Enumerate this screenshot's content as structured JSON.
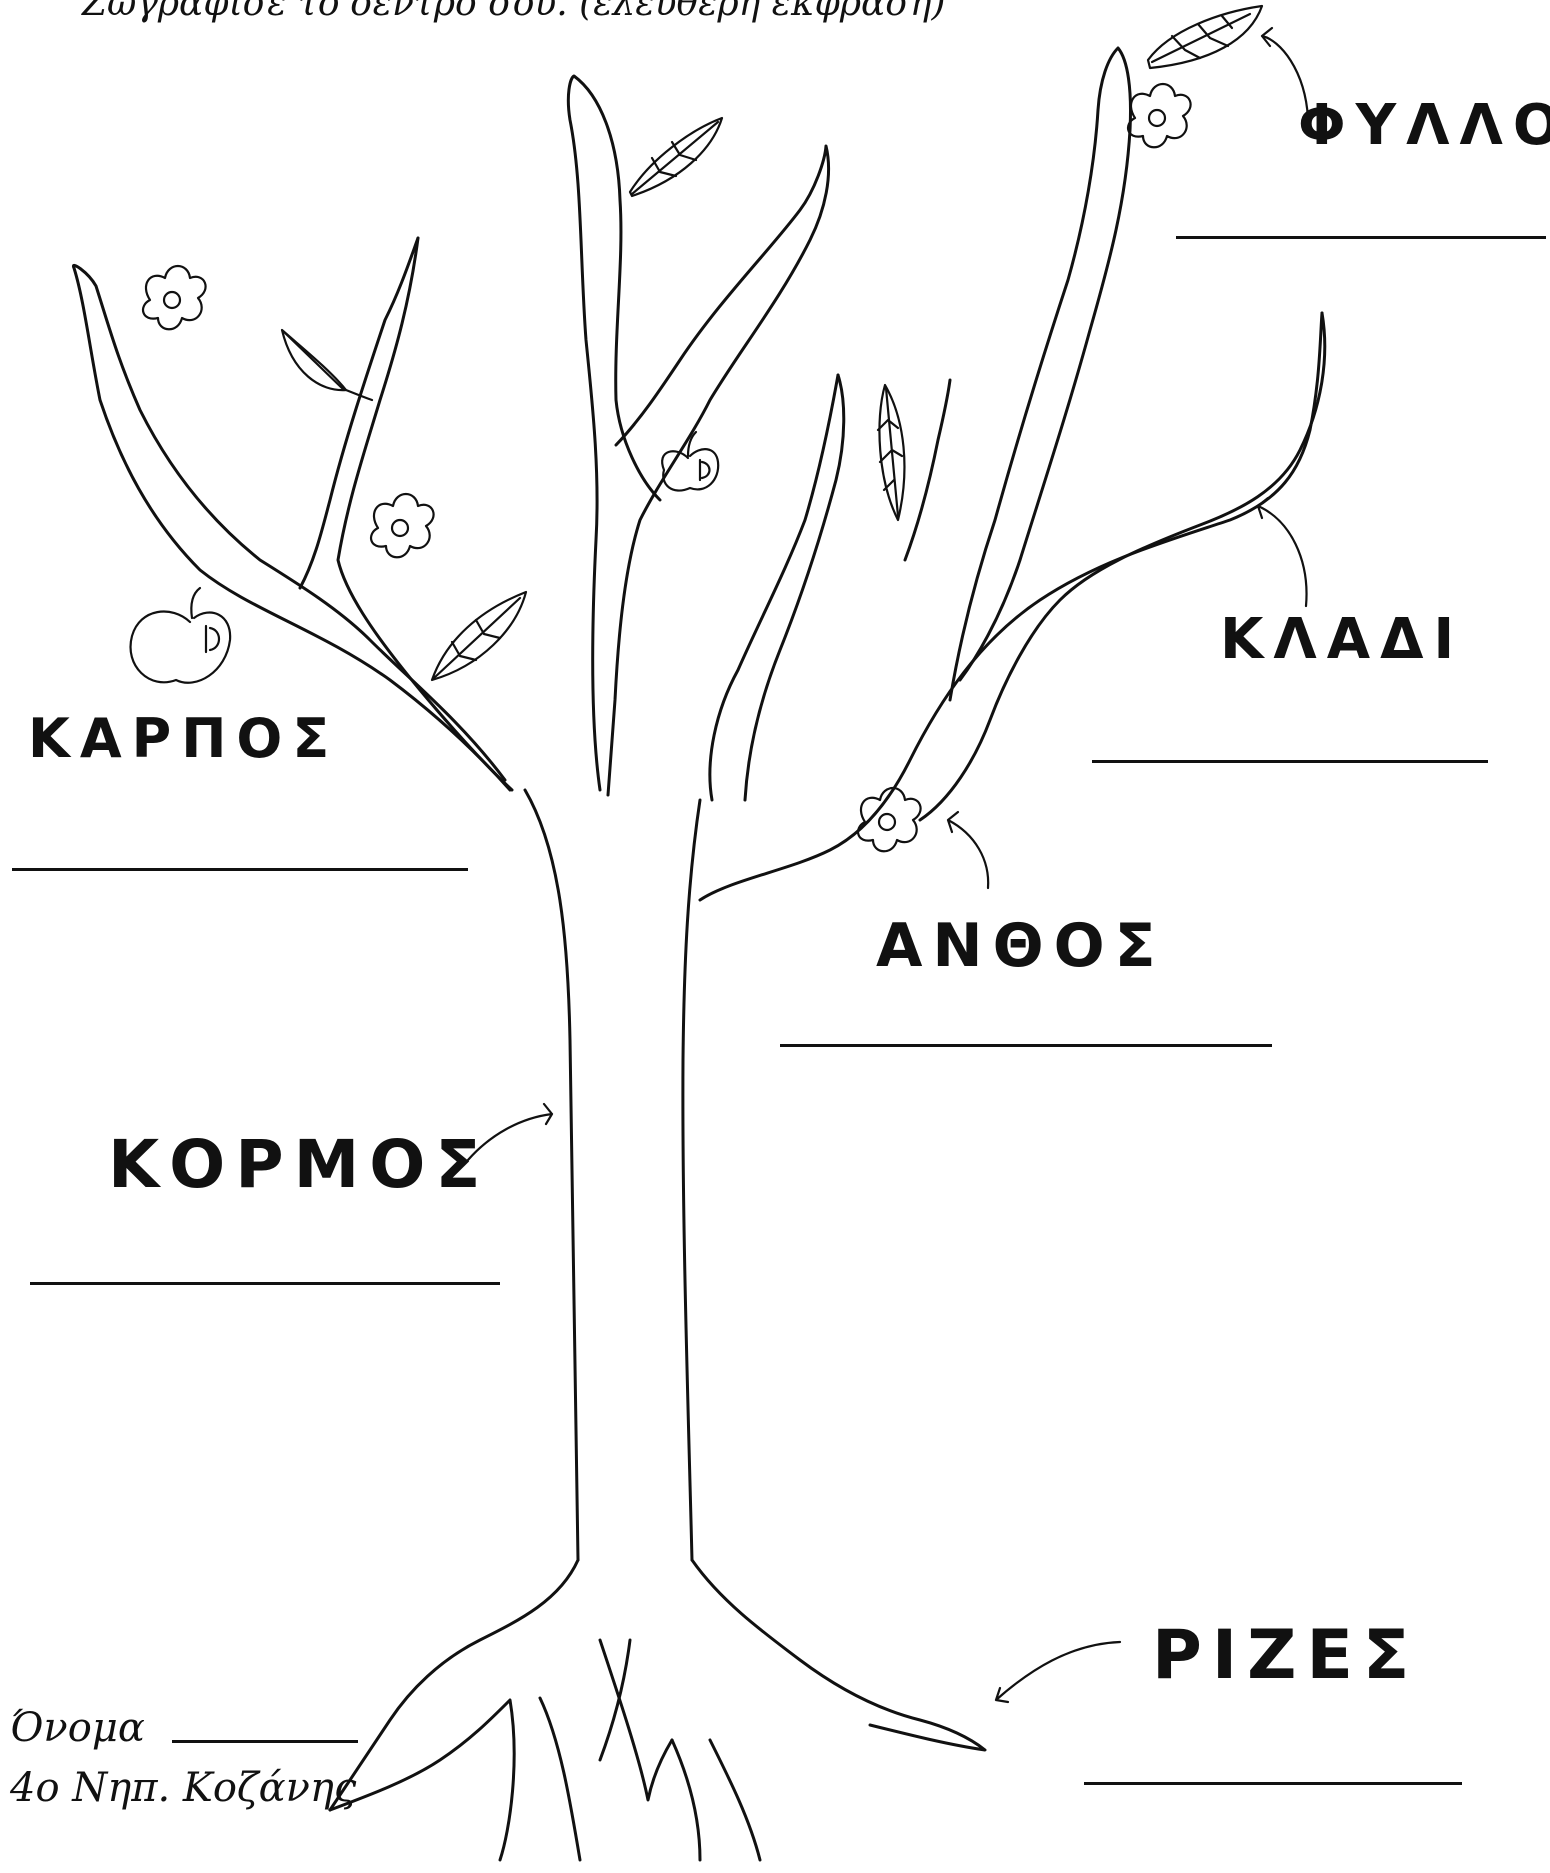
{
  "instruction": "Ζωγράφισε το δέντρο σου. (ελεύθερη έκφραση)",
  "labels": {
    "leaf": "ΦΥΛΛΟ",
    "branch": "ΚΛΑΔΙ",
    "fruit": "ΚΑΡΠΟΣ",
    "flower": "ΑΝΘΟΣ",
    "trunk": "ΚΟΡΜΟΣ",
    "roots": "ΡΙΖΕΣ"
  },
  "footer": {
    "name_prompt": "Όνομα",
    "school": "4ο Νηπ. Κοζάνης"
  },
  "colors": {
    "ink": "#111111",
    "paper": "#ffffff"
  }
}
